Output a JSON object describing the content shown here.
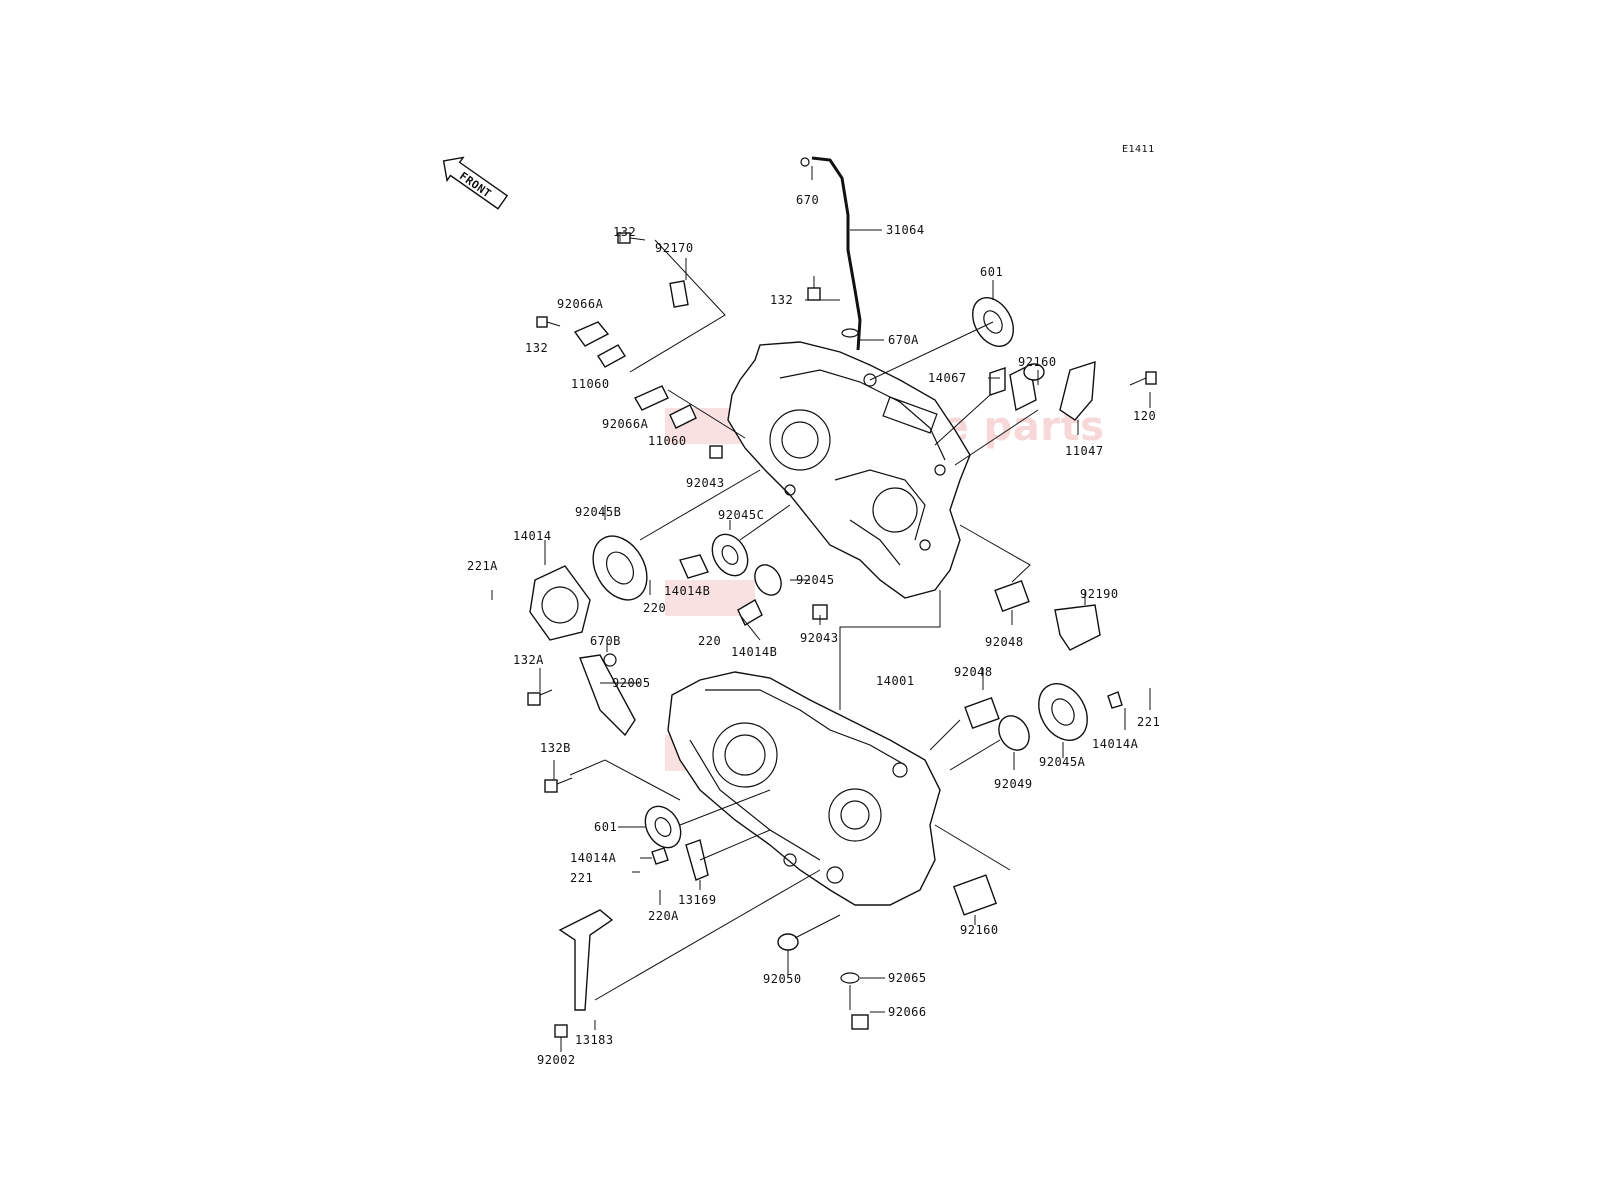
{
  "diagram": {
    "code": "E1411",
    "front_label": "FRONT",
    "watermark": "oem bike parts",
    "labels": [
      {
        "id": "l670",
        "text": "670"
      },
      {
        "id": "l31064",
        "text": "31064"
      },
      {
        "id": "l132a1",
        "text": "132"
      },
      {
        "id": "l92170",
        "text": "92170"
      },
      {
        "id": "l132c",
        "text": "132"
      },
      {
        "id": "l601a",
        "text": "601"
      },
      {
        "id": "l92066A1",
        "text": "92066A"
      },
      {
        "id": "l132b1",
        "text": "132"
      },
      {
        "id": "l670A",
        "text": "670A"
      },
      {
        "id": "l11060a",
        "text": "11060"
      },
      {
        "id": "l14067",
        "text": "14067"
      },
      {
        "id": "l92160a",
        "text": "92160"
      },
      {
        "id": "l92066A2",
        "text": "92066A"
      },
      {
        "id": "l11060b",
        "text": "11060"
      },
      {
        "id": "l120",
        "text": "120"
      },
      {
        "id": "l11047",
        "text": "11047"
      },
      {
        "id": "l92043a",
        "text": "92043"
      },
      {
        "id": "l92045B",
        "text": "92045B"
      },
      {
        "id": "l92045C",
        "text": "92045C"
      },
      {
        "id": "l14014",
        "text": "14014"
      },
      {
        "id": "l221A",
        "text": "221A"
      },
      {
        "id": "l92045",
        "text": "92045"
      },
      {
        "id": "l14014B1",
        "text": "14014B"
      },
      {
        "id": "l220a",
        "text": "220"
      },
      {
        "id": "l670B",
        "text": "670B"
      },
      {
        "id": "l92190",
        "text": "92190"
      },
      {
        "id": "l220b",
        "text": "220"
      },
      {
        "id": "l14014B2",
        "text": "14014B"
      },
      {
        "id": "l92043b",
        "text": "92043"
      },
      {
        "id": "l92048a",
        "text": "92048"
      },
      {
        "id": "l132A",
        "text": "132A"
      },
      {
        "id": "l92005",
        "text": "92005"
      },
      {
        "id": "l14001",
        "text": "14001"
      },
      {
        "id": "l92048b",
        "text": "92048"
      },
      {
        "id": "l221b",
        "text": "221"
      },
      {
        "id": "l14014A1",
        "text": "14014A"
      },
      {
        "id": "l92045A",
        "text": "92045A"
      },
      {
        "id": "l132B",
        "text": "132B"
      },
      {
        "id": "l92049",
        "text": "92049"
      },
      {
        "id": "l601b",
        "text": "601"
      },
      {
        "id": "l14014A2",
        "text": "14014A"
      },
      {
        "id": "l221c",
        "text": "221"
      },
      {
        "id": "l13169",
        "text": "13169"
      },
      {
        "id": "l220A",
        "text": "220A"
      },
      {
        "id": "l92160b",
        "text": "92160"
      },
      {
        "id": "l92050",
        "text": "92050"
      },
      {
        "id": "l92065",
        "text": "92065"
      },
      {
        "id": "l92066",
        "text": "92066"
      },
      {
        "id": "l13183",
        "text": "13183"
      },
      {
        "id": "l92002",
        "text": "92002"
      }
    ]
  }
}
